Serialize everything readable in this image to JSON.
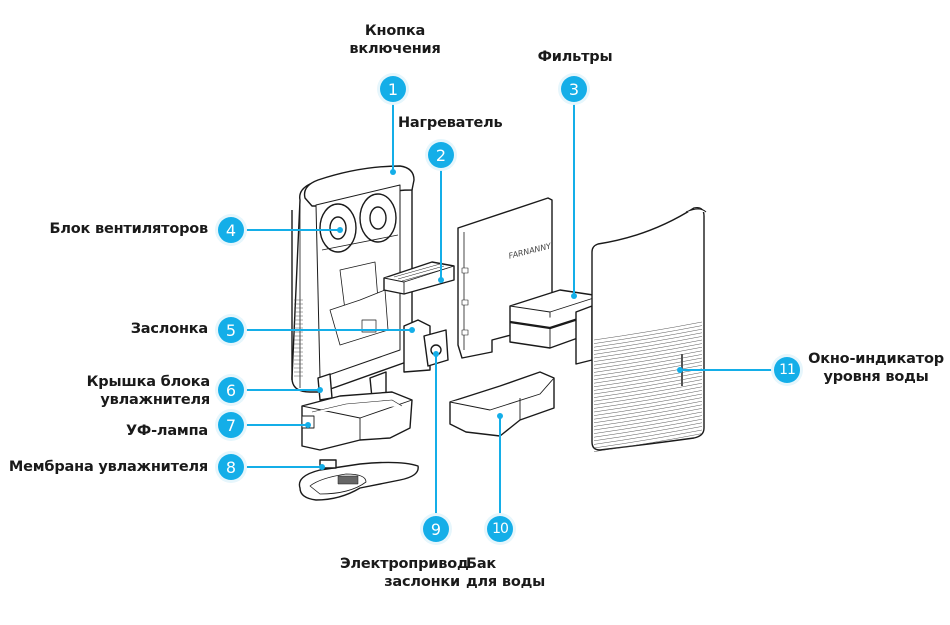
{
  "diagram": {
    "accent_color": "#14aee8",
    "line_color": "#1a1a1a",
    "brand_logo_text": "FARNANNY",
    "callouts": [
      {
        "number": "1",
        "label": "Кнопка\nвключения"
      },
      {
        "number": "2",
        "label": "Нагреватель"
      },
      {
        "number": "3",
        "label": "Фильтры"
      },
      {
        "number": "4",
        "label": "Блок вентиляторов"
      },
      {
        "number": "5",
        "label": "Заслонка"
      },
      {
        "number": "6",
        "label": "Крышка блока\nувлажнителя"
      },
      {
        "number": "7",
        "label": "УФ-лампа"
      },
      {
        "number": "8",
        "label": "Мембрана увлажнителя"
      },
      {
        "number": "9",
        "label": "Электропривод\nзаслонки"
      },
      {
        "number": "10",
        "label": "Бак\nдля воды"
      },
      {
        "number": "11",
        "label": "Окно-индикатор\nуровня воды"
      }
    ]
  }
}
